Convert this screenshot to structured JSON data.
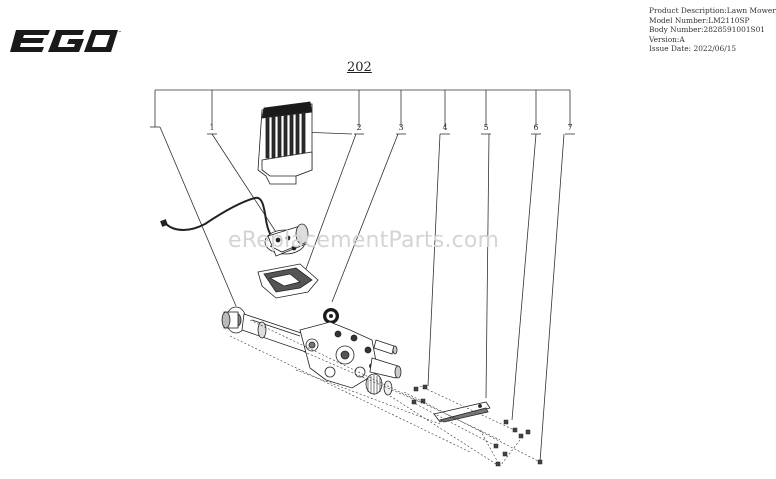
{
  "brand": {
    "logo_text": "EGO"
  },
  "product_info": {
    "description": "Product Description:Lawn Mower",
    "model": "Model Number:LM2110SP",
    "body": "Body Number:2828591001S01",
    "version": "Version:A",
    "issue_date": "Issue Date: 2022/06/15"
  },
  "assembly_number": "202",
  "callouts": [
    "1",
    "2",
    "3",
    "4",
    "5",
    "6",
    "7"
  ],
  "watermark": "eReplacementParts.com"
}
